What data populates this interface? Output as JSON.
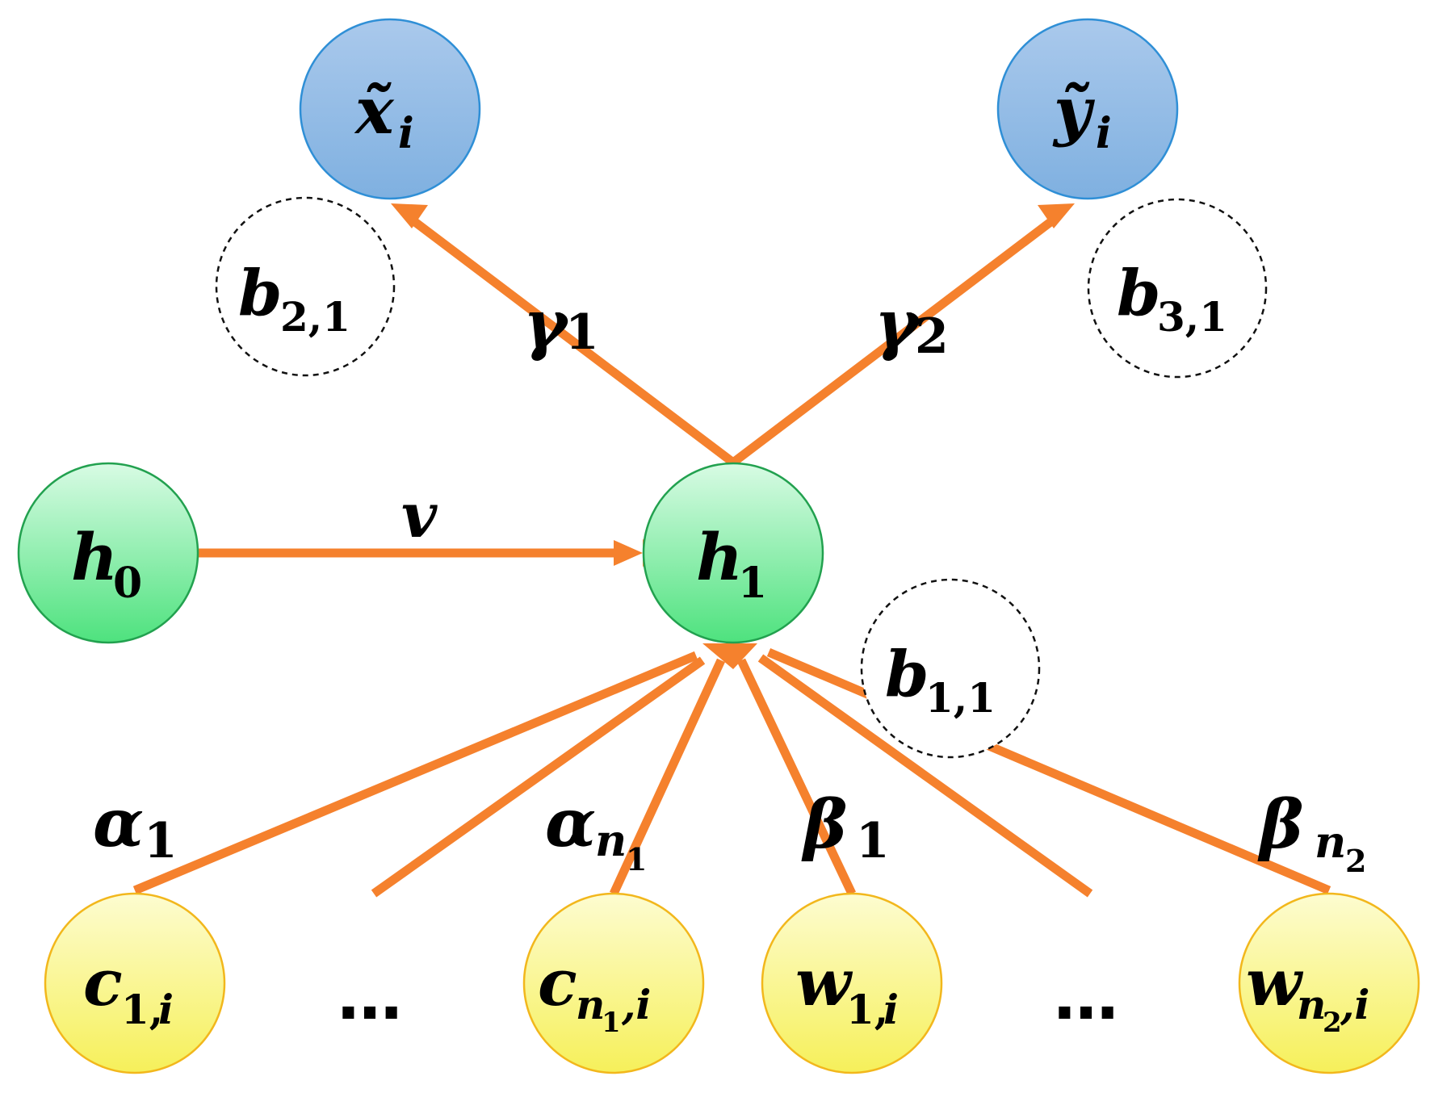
{
  "colors": {
    "edge": "#f5812d",
    "output_node_fill_top": "#aac9ec",
    "output_node_fill_bottom": "#7fb0e0",
    "output_node_stroke": "#2f8fd6",
    "hidden_node_fill_top": "#d8fbe4",
    "hidden_node_fill_bottom": "#4ee27e",
    "hidden_node_stroke": "#22a14f",
    "input_node_fill_top": "#fdfcd0",
    "input_node_fill_bottom": "#f6f05a",
    "input_node_stroke": "#f2b71c",
    "bias_stroke": "#111111"
  },
  "nodes": {
    "x_tilde": {
      "main": "x̃",
      "sub": "i"
    },
    "y_tilde": {
      "main": "ỹ",
      "sub": "i"
    },
    "h0": {
      "main": "h",
      "sub": "0"
    },
    "h1": {
      "main": "h",
      "sub": "1"
    },
    "c1": {
      "main": "c",
      "sub": "1,",
      "sub2": "i"
    },
    "cn1": {
      "main": "c",
      "sub": "n",
      "subsub": "1",
      "sub2": ",i"
    },
    "w1": {
      "main": "w",
      "sub": "1,",
      "sub2": "i"
    },
    "wn2": {
      "main": "w",
      "sub": "n",
      "subsub": "2",
      "sub2": ",i"
    }
  },
  "bias": {
    "b21": {
      "main": "b",
      "sub": "2,1"
    },
    "b31": {
      "main": "b",
      "sub": "3,1"
    },
    "b11": {
      "main": "b",
      "sub": "1,1"
    }
  },
  "edge_labels": {
    "gamma1": {
      "main": "γ",
      "sub": "1"
    },
    "gamma2": {
      "main": "γ",
      "sub": "2"
    },
    "v": {
      "main": "v"
    },
    "alpha1": {
      "main": "α",
      "sub": "1"
    },
    "alpha_n1": {
      "main": "α",
      "sub": "n",
      "subsub": "1"
    },
    "beta1": {
      "main": "β",
      "sub": "1"
    },
    "beta_n2": {
      "main": "β",
      "sub": "n",
      "subsub": "2"
    }
  },
  "ellipsis": {
    "left": "…",
    "right": "…"
  }
}
